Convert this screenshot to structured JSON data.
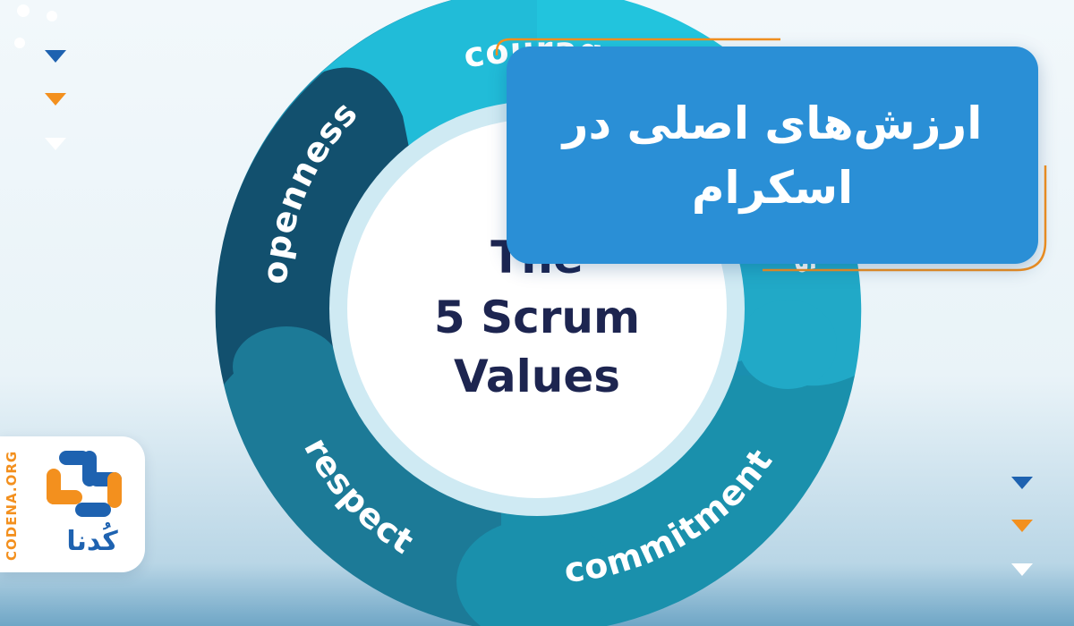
{
  "diagram": {
    "center_lines": [
      "The",
      "5 Scrum",
      "Values"
    ],
    "segments": [
      {
        "label": "courage",
        "color": "#22c4dd"
      },
      {
        "label": "focus",
        "color": "#21a9c7"
      },
      {
        "label": "commitment",
        "color": "#1a90ac"
      },
      {
        "label": "respect",
        "color": "#1c7a97"
      },
      {
        "label": "openness",
        "color": "#12506e"
      }
    ]
  },
  "title_card": {
    "title": "ارزش‌های اصلی در اسکرام",
    "background": "#2a8fd6",
    "outline_color": "#f3901e"
  },
  "logo": {
    "vertical_text": "CODENA.ORG",
    "wordmark": "کُدنا",
    "primary_color": "#1e62b0",
    "secondary_color": "#f3901e"
  },
  "decor": {
    "left_icons": [
      "down-triangle-icon",
      "down-triangle-icon",
      "down-triangle-icon"
    ],
    "right_icons": [
      "down-triangle-icon",
      "down-triangle-icon",
      "down-triangle-icon"
    ],
    "triangle_colors": [
      "#1e62b0",
      "#f3901e",
      "#ffffff"
    ]
  }
}
